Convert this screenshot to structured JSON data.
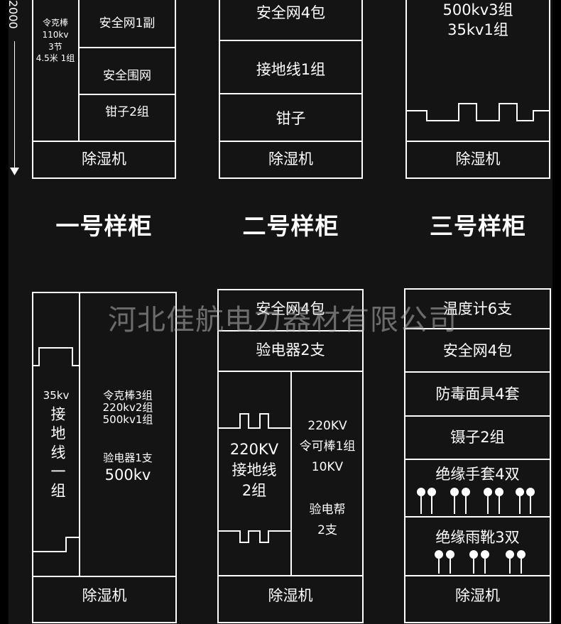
{
  "ruler": {
    "label": "2000"
  },
  "cabinet_titles": [
    "一号样柜",
    "二号样柜",
    "三号样柜"
  ],
  "top": {
    "c1": {
      "left_label_lines": [
        "令克棒",
        "110kv",
        "3节",
        "4.5米 1组"
      ],
      "cells": [
        "安全网1副",
        "安全围网",
        "钳子2组"
      ],
      "bottom": "除湿机"
    },
    "c2": {
      "cells": [
        "安全网4包",
        "接地线1组",
        "钳子"
      ],
      "bottom": "除湿机"
    },
    "c3": {
      "top_lines": [
        "500kv3组",
        "35kv1组"
      ],
      "bottom": "除湿机"
    }
  },
  "bottom": {
    "c1": {
      "left_voltage": "35kv",
      "left_vertical": "接地线一组",
      "right_lines": [
        "令克棒3组",
        "220kv2组",
        "500kv1组"
      ],
      "right_label": "验电器1支",
      "right_value": "500kv",
      "bottom": "除湿机"
    },
    "c2": {
      "rows": [
        "安全网4包",
        "验电器2支"
      ],
      "left_lines": [
        "220KV",
        "接地线",
        "2组"
      ],
      "right_lines_a": [
        "220KV",
        "令可棒1组",
        "10KV"
      ],
      "right_lines_b": [
        "验电帮",
        "2支"
      ],
      "bottom": "除湿机"
    },
    "c3": {
      "rows": [
        "温度计6支",
        "安全网4包",
        "防毒面具4套",
        "镊子2组",
        "绝缘手套4双",
        "绝缘雨靴3双"
      ],
      "bottom": "除湿机"
    }
  },
  "watermark": "河北佳航电力器材有限公司"
}
